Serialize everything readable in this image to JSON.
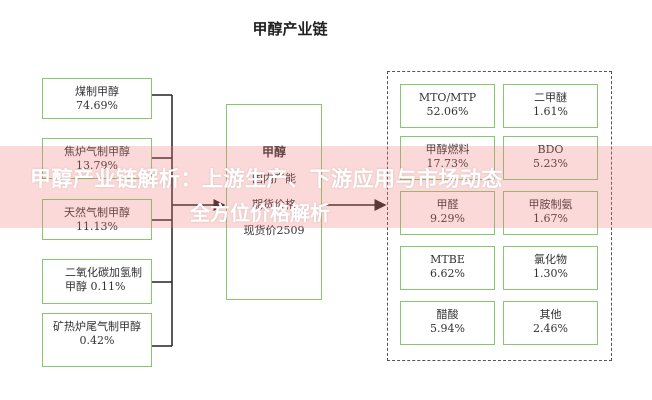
{
  "title": "甲醇产业链",
  "sources": [
    {
      "name": "煤制甲醇",
      "value": "74.69%"
    },
    {
      "name": "焦炉气制甲醇",
      "value": "13.79%"
    },
    {
      "name": "天然气制甲醇",
      "value": "11.13%"
    },
    {
      "name": "二氧化碳加氢制甲醇",
      "value": "0.11%"
    },
    {
      "name": "矿热炉尾气制甲醇",
      "value": "0.42%"
    }
  ],
  "center": {
    "title": "甲醇",
    "line1": "国内产能",
    "line2": "期货价格",
    "line3": "现货价2509"
  },
  "products": [
    {
      "name": "MTO/MTP",
      "value": "52.06%"
    },
    {
      "name": "二甲醚",
      "value": "1.61%"
    },
    {
      "name": "甲醇燃料",
      "value": "17.73%"
    },
    {
      "name": "BDO",
      "value": "5.23%"
    },
    {
      "name": "甲醛",
      "value": "9.29%"
    },
    {
      "name": "甲胺制氨",
      "value": "1.67%"
    },
    {
      "name": "MTBE",
      "value": "6.62%"
    },
    {
      "name": "氯化物",
      "value": "1.30%"
    },
    {
      "name": "醋酸",
      "value": "5.94%"
    },
    {
      "name": "其他",
      "value": "2.46%"
    }
  ],
  "overlay": {
    "line1": "甲醇产业链解析：上游生产、下游应用与市场动态",
    "line2": "全方位价格解析"
  }
}
